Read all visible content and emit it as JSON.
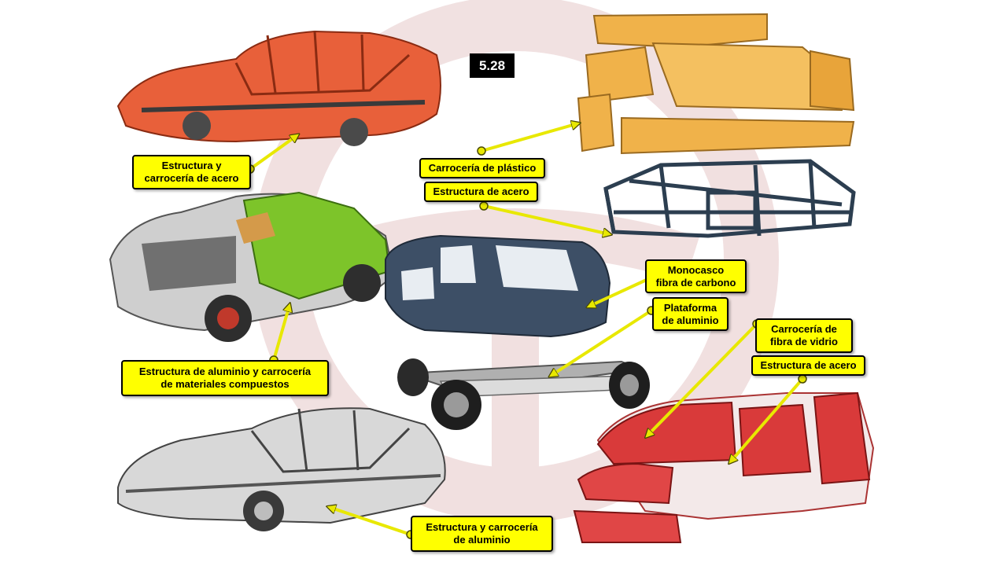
{
  "slide_number": "5.28",
  "colors": {
    "label_bg": "#ffff00",
    "label_border": "#000000",
    "arrow": "#e8e800",
    "steel_body": "#e8603a",
    "plastic_body": "#f0b24a",
    "steel_frame": "#2c3e50",
    "aluminium_composite": "#7dc42a",
    "carbon_monocoque": "#3d4f66",
    "fiberglass_body": "#d93a3a",
    "aluminium_body": "#b8b8b8",
    "watermark": "#e6c8c8"
  },
  "labels": {
    "steel_structure_body": [
      "Estructura  y",
      "carrocería de acero"
    ],
    "plastic_body": [
      "Carrocería de plástico"
    ],
    "steel_structure_1": [
      "Estructura  de acero"
    ],
    "carbon_monocoque": [
      "Monocasco",
      "fibra de carbono"
    ],
    "aluminium_platform": [
      "Plataforma",
      "de aluminio"
    ],
    "fiberglass_body": [
      "Carrocería de",
      "fibra de vidrio"
    ],
    "steel_structure_2": [
      "Estructura  de acero"
    ],
    "aluminium_composite": [
      "Estructura  de aluminio y carrocería",
      "de materiales compuestos"
    ],
    "aluminium_structure_body": [
      "Estructura  y carrocería",
      "de aluminio"
    ]
  },
  "icons": {
    "arrow": "yellow-arrow-icon",
    "watermark": "steering-wheel-watermark-icon"
  }
}
